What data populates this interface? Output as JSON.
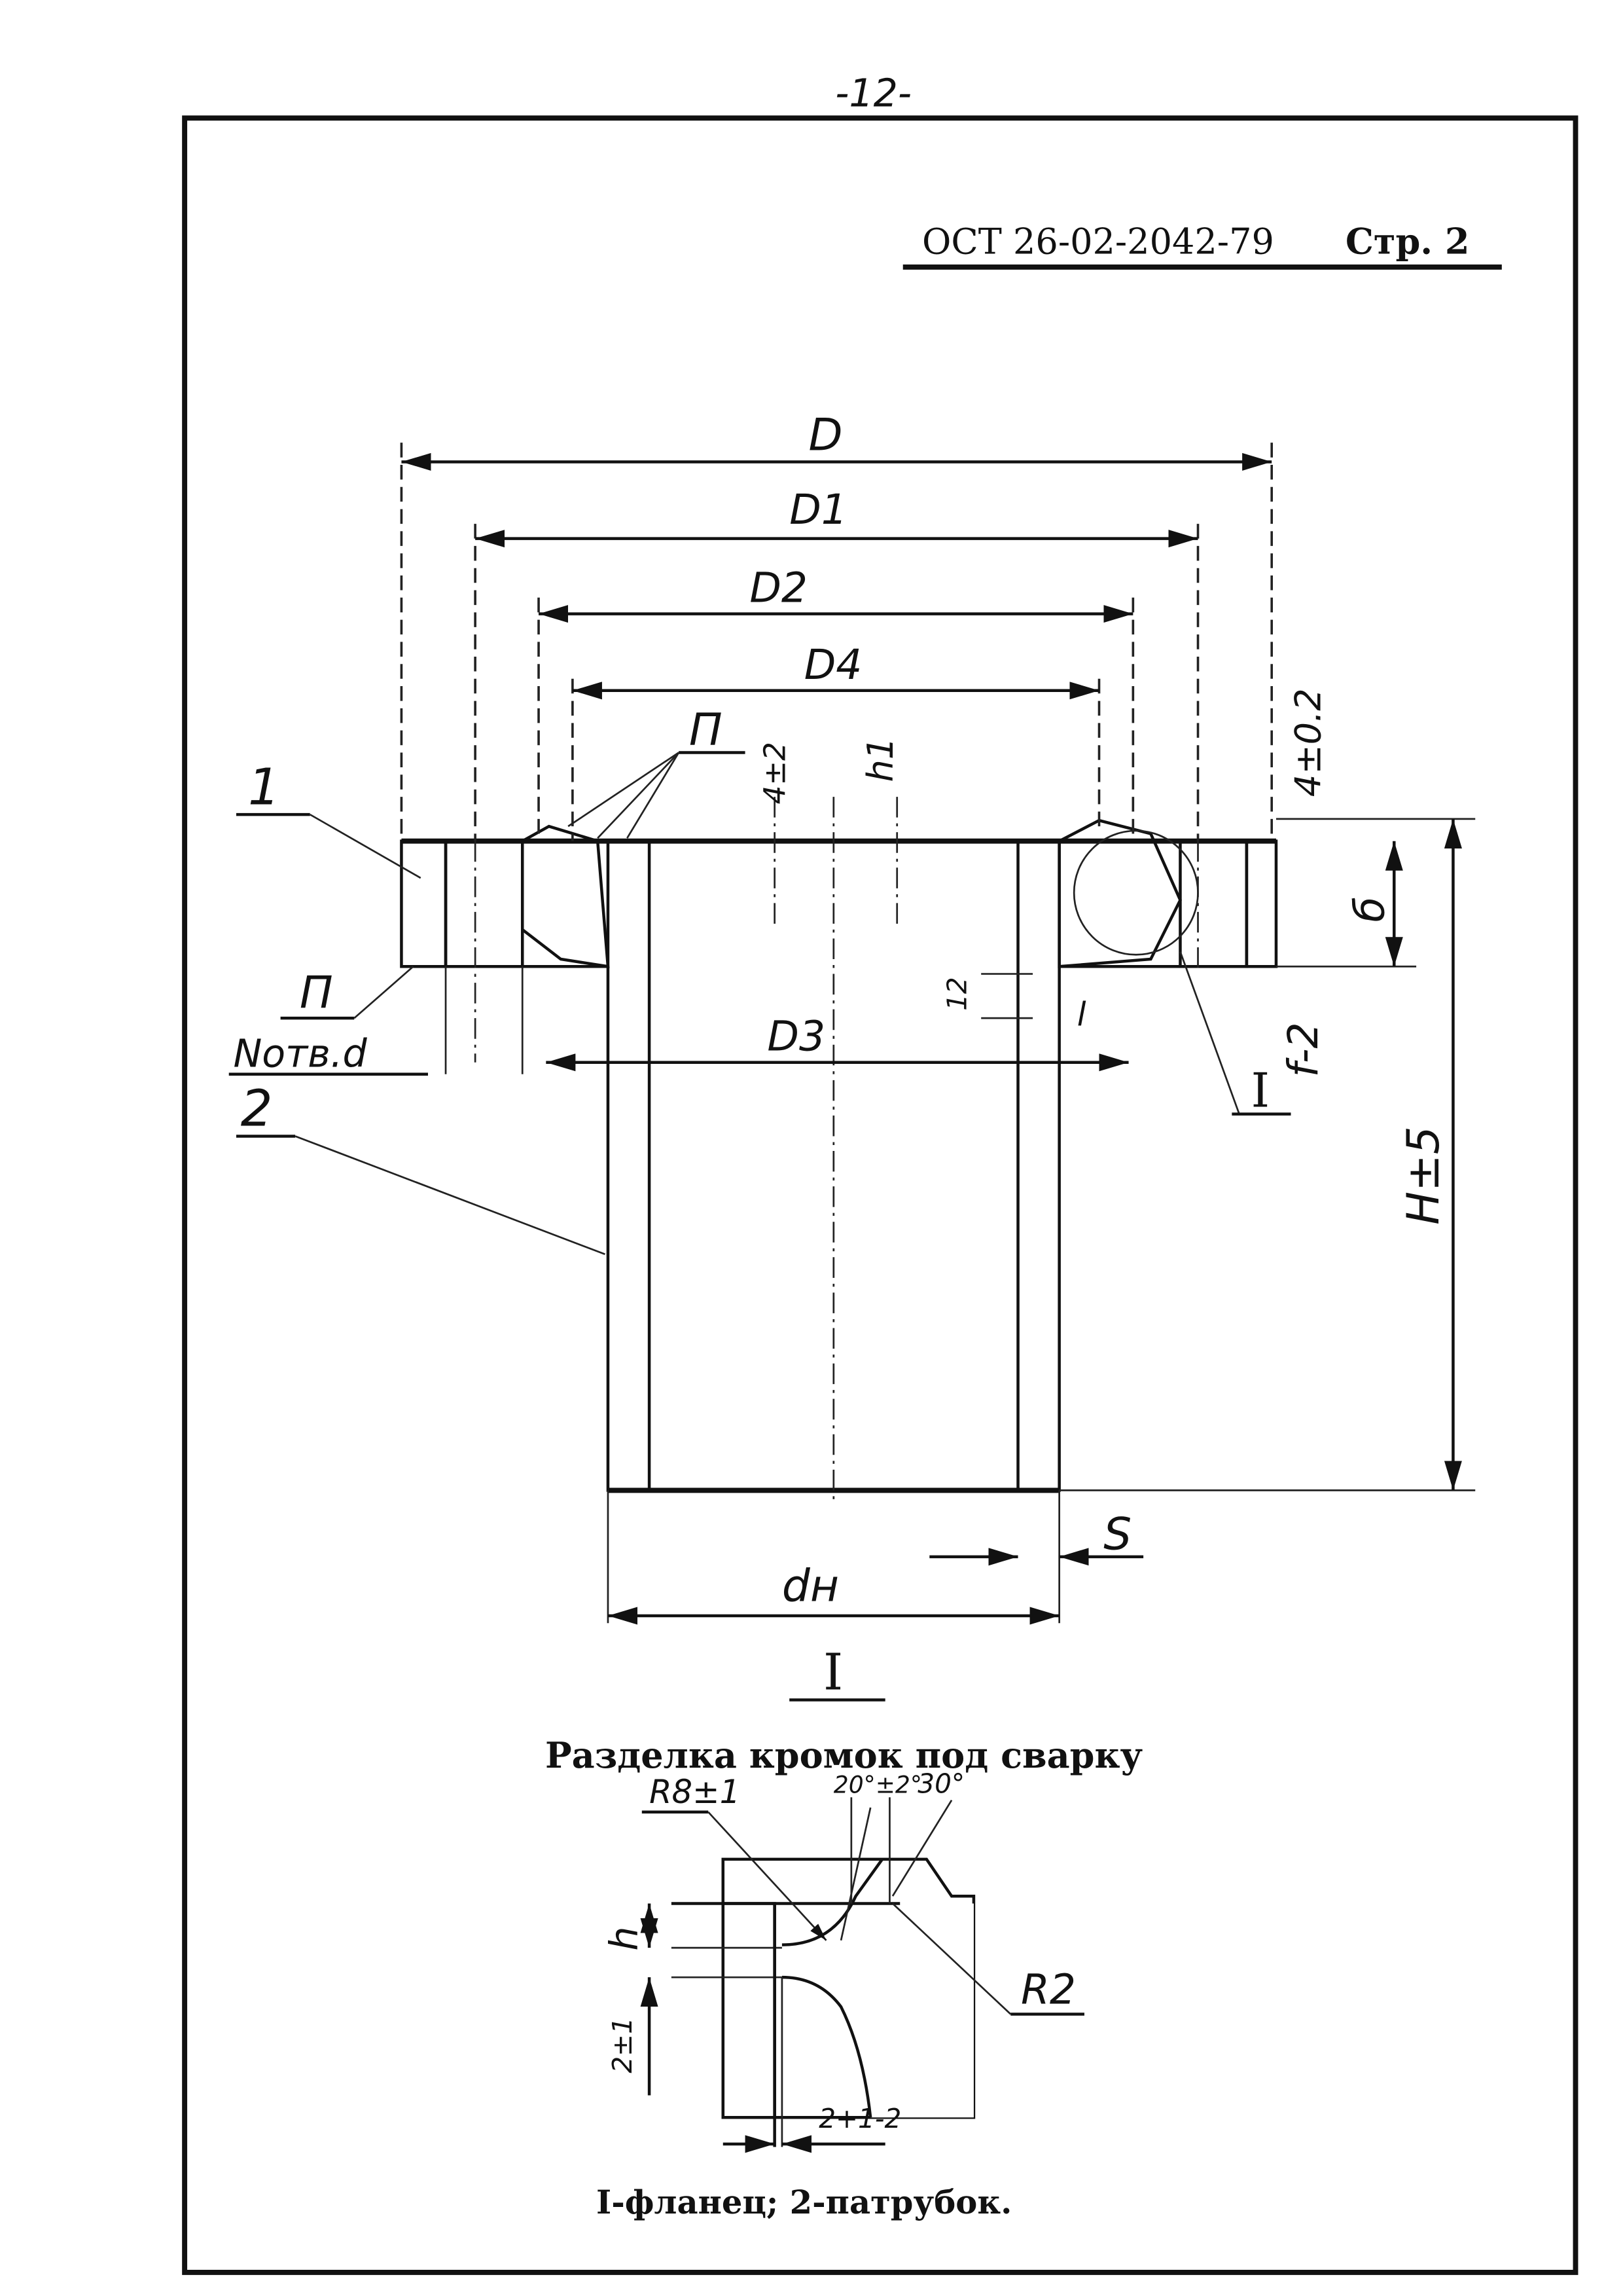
{
  "page_number": "-12-",
  "header": {
    "standard": "ОСТ 26-02-2042-79",
    "page": "Стр. 2"
  },
  "main_view": {
    "labels": {
      "D": "D",
      "D1": "D1",
      "D2": "D2",
      "D4": "D4",
      "D3": "D3",
      "dn": "dн",
      "S": "S",
      "H": "H±5",
      "item1": "1",
      "item2": "2",
      "P_left": "П",
      "P_top": "П",
      "holes": "Nотв.d",
      "t4": "4±2",
      "h1": "h1",
      "t4_02": "4±0.2",
      "b": "б",
      "f": "f-2",
      "detail_ref": "I",
      "d12": "12",
      "l": "l"
    }
  },
  "detail": {
    "ref": "I",
    "title": "Разделка кромок под сварку",
    "labels": {
      "R8": "R8±1",
      "angle20": "20°±2°",
      "angle30": "30°",
      "h": "h",
      "gap": "2±1",
      "root": "2+1-2",
      "R2": "R2"
    }
  },
  "caption": "I-фланец;  2-патрубок."
}
